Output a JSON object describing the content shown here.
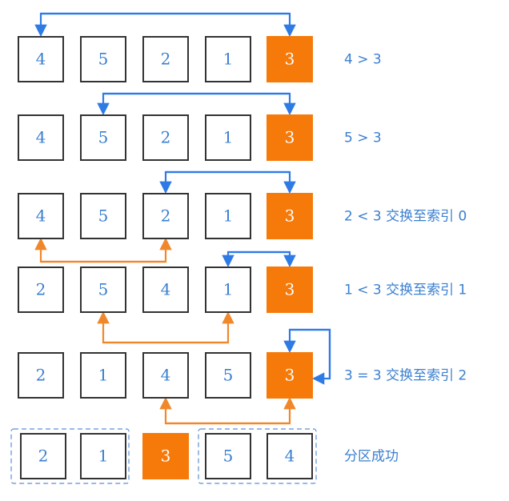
{
  "colors": {
    "accent": "#f57a0a",
    "blue": "#2f7be6",
    "orange_arrow": "#f0882b",
    "box_border": "#333333",
    "number_blue": "#3a7fd0",
    "dashed": "#5b8fd6",
    "white": "#ffffff"
  },
  "rows": [
    {
      "cells": [
        "4",
        "5",
        "2",
        "1",
        "3"
      ],
      "pivot": 4,
      "note": "4 > 3"
    },
    {
      "cells": [
        "4",
        "5",
        "2",
        "1",
        "3"
      ],
      "pivot": 4,
      "note": "5 > 3"
    },
    {
      "cells": [
        "4",
        "5",
        "2",
        "1",
        "3"
      ],
      "pivot": 4,
      "note": "2 < 3 交换至索引 0"
    },
    {
      "cells": [
        "2",
        "5",
        "4",
        "1",
        "3"
      ],
      "pivot": 4,
      "note": "1 < 3 交换至索引 1"
    },
    {
      "cells": [
        "2",
        "1",
        "4",
        "5",
        "3"
      ],
      "pivot": 4,
      "note": "3 = 3 交换至索引 2"
    },
    {
      "cells": [
        "2",
        "1",
        "3",
        "5",
        "4"
      ],
      "pivot": 2,
      "note": "分区成功"
    }
  ]
}
